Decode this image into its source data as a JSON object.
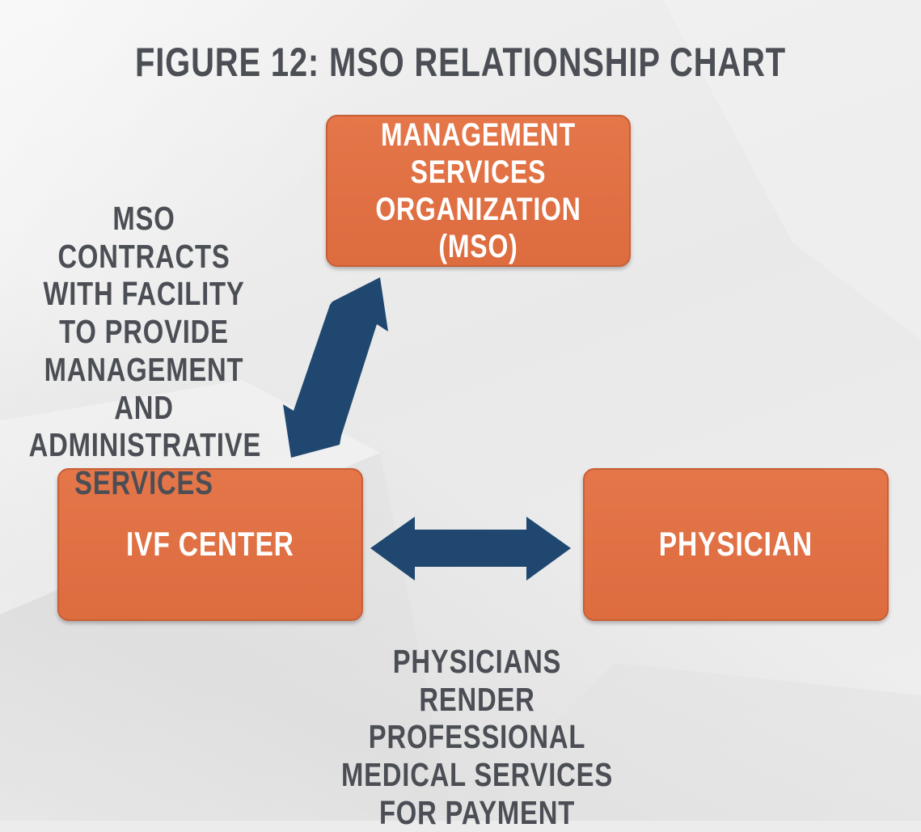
{
  "title": "FIGURE 12: MSO RELATIONSHIP CHART",
  "nodes": {
    "mso": "MANAGEMENT\nSERVICES\nORGANIZATION (MSO)",
    "ivf_center": "IVF CENTER",
    "physician": "PHYSICIAN"
  },
  "annotations": {
    "mso_ivf": "MSO CONTRACTS\nWITH FACILITY\nTO PROVIDE\nMANAGEMENT AND\nADMINISTRATIVE\nSERVICES",
    "ivf_physician": "PHYSICIANS RENDER\nPROFESSIONAL\nMEDICAL SERVICES\nFOR PAYMENT"
  },
  "colors": {
    "box_fill": "#e06f42",
    "arrow_fill": "#1f4770",
    "text_dark": "#4b4e54",
    "box_text": "#ffffff"
  }
}
